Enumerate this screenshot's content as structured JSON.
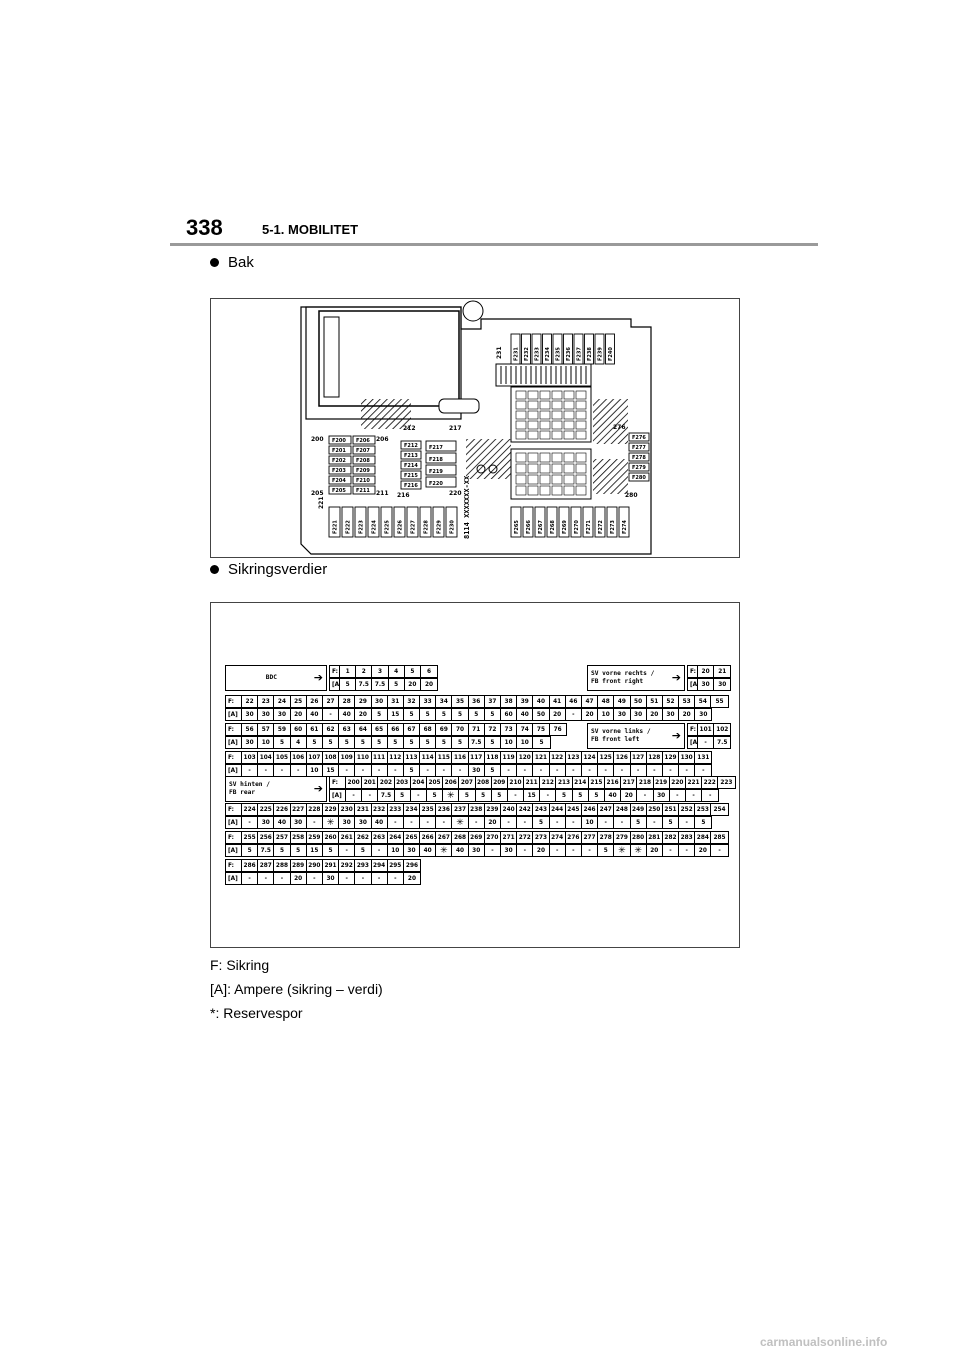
{
  "header": {
    "page_number": "338",
    "section": "5-1. MOBILITET"
  },
  "bullets": {
    "bak": "Bak",
    "values": "Sikringsverdier"
  },
  "diagram": {
    "left_fuses": [
      "F200",
      "F201",
      "F202",
      "F203",
      "F204",
      "F205"
    ],
    "left2_fuses": [
      "F206",
      "F207",
      "F208",
      "F209",
      "F210",
      "F211"
    ],
    "mid_fuses": [
      "F212",
      "F213",
      "F214",
      "F215",
      "F216"
    ],
    "mid2_fuses": [
      "F217",
      "F218",
      "F219",
      "F220"
    ],
    "bottom_fuses": [
      "F221",
      "F222",
      "F223",
      "F224",
      "F225",
      "F226",
      "F227",
      "F228",
      "F229",
      "F230"
    ],
    "top_fuses": [
      "F231",
      "F232",
      "F233",
      "F234",
      "F235",
      "F236",
      "F237",
      "F238",
      "F239",
      "F240"
    ],
    "right_fuses": [
      "F276",
      "F277",
      "F278",
      "F279",
      "F280"
    ],
    "bottom_right_fuses": [
      "F265",
      "F266",
      "F267",
      "F268",
      "F269",
      "F270",
      "F271",
      "F272",
      "F273",
      "F274"
    ],
    "labels": {
      "l200": "200",
      "l205": "205",
      "l206": "206",
      "l211": "211",
      "l212": "212",
      "l216": "216",
      "l217": "217",
      "l220": "220",
      "l221": "221",
      "l231": "231",
      "l276": "276",
      "l280": "280",
      "code": "8114 XXXXXXX-XX"
    }
  },
  "refs": {
    "bdc": "BDC",
    "front_right": "SV vorne rechts /\nFB front right",
    "front_left": "SV vorne links /\nFB front left",
    "rear": "SV hinten /\nFB rear"
  },
  "rows": {
    "bdc_f": [
      "F:",
      "1",
      "2",
      "3",
      "4",
      "5",
      "6"
    ],
    "bdc_a": [
      "[A]",
      "5",
      "7.5",
      "7.5",
      "5",
      "20",
      "20"
    ],
    "fr_f": [
      "F:",
      "20",
      "21"
    ],
    "fr_a": [
      "[A]",
      "30",
      "30"
    ],
    "r1_f": [
      "F:",
      "22",
      "23",
      "24",
      "25",
      "26",
      "27",
      "28",
      "29",
      "30",
      "31",
      "32",
      "33",
      "34",
      "35",
      "36",
      "37",
      "38",
      "39",
      "40",
      "41",
      "46",
      "47",
      "48",
      "49",
      "50",
      "51",
      "52",
      "53",
      "54",
      "55"
    ],
    "r1_a": [
      "[A]",
      "30",
      "30",
      "30",
      "20",
      "40",
      "-",
      "40",
      "20",
      "5",
      "15",
      "5",
      "5",
      "5",
      "5",
      "5",
      "5",
      "60",
      "40",
      "50",
      "20",
      "-",
      "20",
      "10",
      "30",
      "30",
      "20",
      "30",
      "20",
      "30"
    ],
    "r2_f": [
      "F:",
      "56",
      "57",
      "59",
      "60",
      "61",
      "62",
      "63",
      "64",
      "65",
      "66",
      "67",
      "68",
      "69",
      "70",
      "71",
      "72",
      "73",
      "74",
      "75",
      "76"
    ],
    "r2_a": [
      "[A]",
      "30",
      "10",
      "5",
      "4",
      "5",
      "5",
      "5",
      "5",
      "5",
      "5",
      "5",
      "5",
      "5",
      "5",
      "7.5",
      "5",
      "10",
      "10",
      "5"
    ],
    "fl_f": [
      "F:",
      "101",
      "102"
    ],
    "fl_a": [
      "[A]",
      "-",
      "7.5"
    ],
    "r3_f": [
      "F:",
      "103",
      "104",
      "105",
      "106",
      "107",
      "108",
      "109",
      "110",
      "111",
      "112",
      "113",
      "114",
      "115",
      "116",
      "117",
      "118",
      "119",
      "120",
      "121",
      "122",
      "123",
      "124",
      "125",
      "126",
      "127",
      "128",
      "129",
      "130",
      "131"
    ],
    "r3_a": [
      "[A]",
      "-",
      "-",
      "-",
      "-",
      "10",
      "15",
      "-",
      "-",
      "-",
      "-",
      "5",
      "-",
      "-",
      "-",
      "30",
      "5",
      "-",
      "-",
      "-",
      "-",
      "-",
      "-",
      "-",
      "-",
      "-",
      "-",
      "-",
      "-",
      "-"
    ],
    "r4_f": [
      "F:",
      "200",
      "201",
      "202",
      "203",
      "204",
      "205",
      "206",
      "207",
      "208",
      "209",
      "210",
      "211",
      "212",
      "213",
      "214",
      "215",
      "216",
      "217",
      "218",
      "219",
      "220",
      "221",
      "222",
      "223"
    ],
    "r4_a": [
      "[A]",
      "-",
      "-",
      "7.5",
      "5",
      "-",
      "5",
      "✳",
      "5",
      "5",
      "5",
      "-",
      "15",
      "-",
      "5",
      "5",
      "5",
      "40",
      "20",
      "-",
      "30",
      "-",
      "-",
      "-"
    ],
    "r5_f": [
      "F:",
      "224",
      "225",
      "226",
      "227",
      "228",
      "229",
      "230",
      "231",
      "232",
      "233",
      "234",
      "235",
      "236",
      "237",
      "238",
      "239",
      "240",
      "242",
      "243",
      "244",
      "245",
      "246",
      "247",
      "248",
      "249",
      "250",
      "251",
      "252",
      "253",
      "254"
    ],
    "r5_a": [
      "[A]",
      "-",
      "30",
      "40",
      "30",
      "-",
      "✳",
      "30",
      "30",
      "40",
      "-",
      "-",
      "-",
      "-",
      "✳",
      "-",
      "20",
      "-",
      "-",
      "5",
      "-",
      "-",
      "10",
      "-",
      "-",
      "5",
      "-",
      "5",
      "-",
      "5"
    ],
    "r6_f": [
      "F:",
      "255",
      "256",
      "257",
      "258",
      "259",
      "260",
      "261",
      "262",
      "263",
      "264",
      "265",
      "266",
      "267",
      "268",
      "269",
      "270",
      "271",
      "272",
      "273",
      "274",
      "276",
      "277",
      "278",
      "279",
      "280",
      "281",
      "282",
      "283",
      "284",
      "285"
    ],
    "r6_a": [
      "[A]",
      "5",
      "7.5",
      "5",
      "5",
      "15",
      "5",
      "-",
      "5",
      "-",
      "10",
      "30",
      "40",
      "✳",
      "40",
      "30",
      "-",
      "30",
      "-",
      "20",
      "-",
      "-",
      "-",
      "5",
      "✳",
      "✳",
      "20",
      "-",
      "-",
      "20",
      "-"
    ],
    "r7_f": [
      "F:",
      "286",
      "287",
      "288",
      "289",
      "290",
      "291",
      "292",
      "293",
      "294",
      "295",
      "296"
    ],
    "r7_a": [
      "[A]",
      "-",
      "-",
      "-",
      "20",
      "-",
      "30",
      "-",
      "-",
      "-",
      "-",
      "20"
    ]
  },
  "notes": {
    "f": "F: Sikring",
    "a": "[A]: Ampere (sikring – verdi)",
    "s": "*: Reservespor"
  },
  "watermark": "carmanualsonline.info"
}
